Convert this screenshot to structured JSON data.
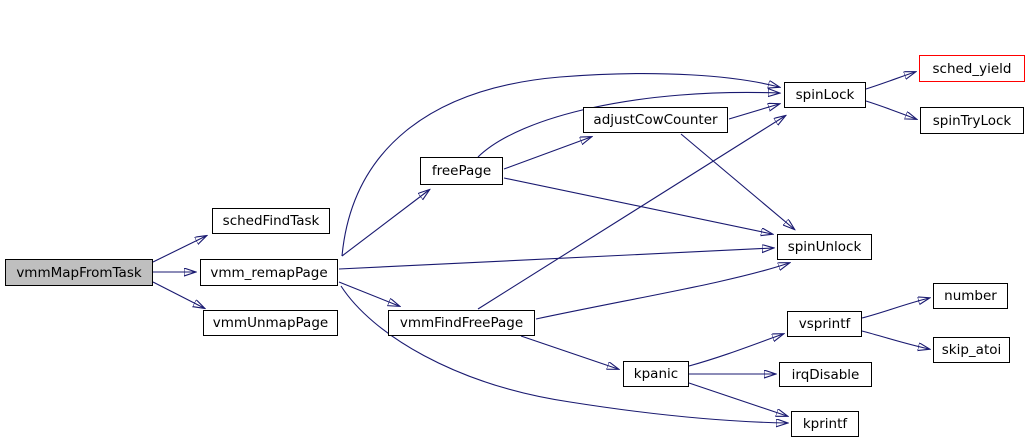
{
  "diagram": {
    "type": "call-graph",
    "root": "vmmMapFromTask",
    "colors": {
      "edge": "#191970",
      "node_border": "#000000",
      "node_fill": "#ffffff",
      "root_fill": "#bfbfbf",
      "external_border": "#ff0000",
      "text": "#000000",
      "background": "#ffffff"
    },
    "nodes": [
      {
        "id": "vmmMapFromTask",
        "label": "vmmMapFromTask",
        "role": "root"
      },
      {
        "id": "schedFindTask",
        "label": "schedFindTask",
        "role": "normal"
      },
      {
        "id": "vmm_remapPage",
        "label": "vmm_remapPage",
        "role": "normal"
      },
      {
        "id": "vmmUnmapPage",
        "label": "vmmUnmapPage",
        "role": "normal"
      },
      {
        "id": "freePage",
        "label": "freePage",
        "role": "normal"
      },
      {
        "id": "adjustCowCounter",
        "label": "adjustCowCounter",
        "role": "normal"
      },
      {
        "id": "spinLock",
        "label": "spinLock",
        "role": "normal"
      },
      {
        "id": "sched_yield",
        "label": "sched_yield",
        "role": "external"
      },
      {
        "id": "spinTryLock",
        "label": "spinTryLock",
        "role": "normal"
      },
      {
        "id": "spinUnlock",
        "label": "spinUnlock",
        "role": "normal"
      },
      {
        "id": "vmmFindFreePage",
        "label": "vmmFindFreePage",
        "role": "normal"
      },
      {
        "id": "vsprintf",
        "label": "vsprintf",
        "role": "normal"
      },
      {
        "id": "number",
        "label": "number",
        "role": "normal"
      },
      {
        "id": "skip_atoi",
        "label": "skip_atoi",
        "role": "normal"
      },
      {
        "id": "kpanic",
        "label": "kpanic",
        "role": "normal"
      },
      {
        "id": "irqDisable",
        "label": "irqDisable",
        "role": "normal"
      },
      {
        "id": "kprintf",
        "label": "kprintf",
        "role": "normal"
      }
    ],
    "edges": [
      {
        "from": "vmmMapFromTask",
        "to": "schedFindTask"
      },
      {
        "from": "vmmMapFromTask",
        "to": "vmm_remapPage"
      },
      {
        "from": "vmmMapFromTask",
        "to": "vmmUnmapPage"
      },
      {
        "from": "vmm_remapPage",
        "to": "freePage"
      },
      {
        "from": "vmm_remapPage",
        "to": "spinLock"
      },
      {
        "from": "vmm_remapPage",
        "to": "spinUnlock"
      },
      {
        "from": "vmm_remapPage",
        "to": "vmmFindFreePage"
      },
      {
        "from": "vmm_remapPage",
        "to": "kprintf"
      },
      {
        "from": "freePage",
        "to": "adjustCowCounter"
      },
      {
        "from": "freePage",
        "to": "spinLock"
      },
      {
        "from": "freePage",
        "to": "spinUnlock"
      },
      {
        "from": "adjustCowCounter",
        "to": "spinLock"
      },
      {
        "from": "adjustCowCounter",
        "to": "spinUnlock"
      },
      {
        "from": "vmmFindFreePage",
        "to": "spinLock"
      },
      {
        "from": "vmmFindFreePage",
        "to": "spinUnlock"
      },
      {
        "from": "vmmFindFreePage",
        "to": "kpanic"
      },
      {
        "from": "spinLock",
        "to": "sched_yield"
      },
      {
        "from": "spinLock",
        "to": "spinTryLock"
      },
      {
        "from": "kpanic",
        "to": "vsprintf"
      },
      {
        "from": "kpanic",
        "to": "irqDisable"
      },
      {
        "from": "kpanic",
        "to": "kprintf"
      },
      {
        "from": "vsprintf",
        "to": "number"
      },
      {
        "from": "vsprintf",
        "to": "skip_atoi"
      }
    ]
  }
}
